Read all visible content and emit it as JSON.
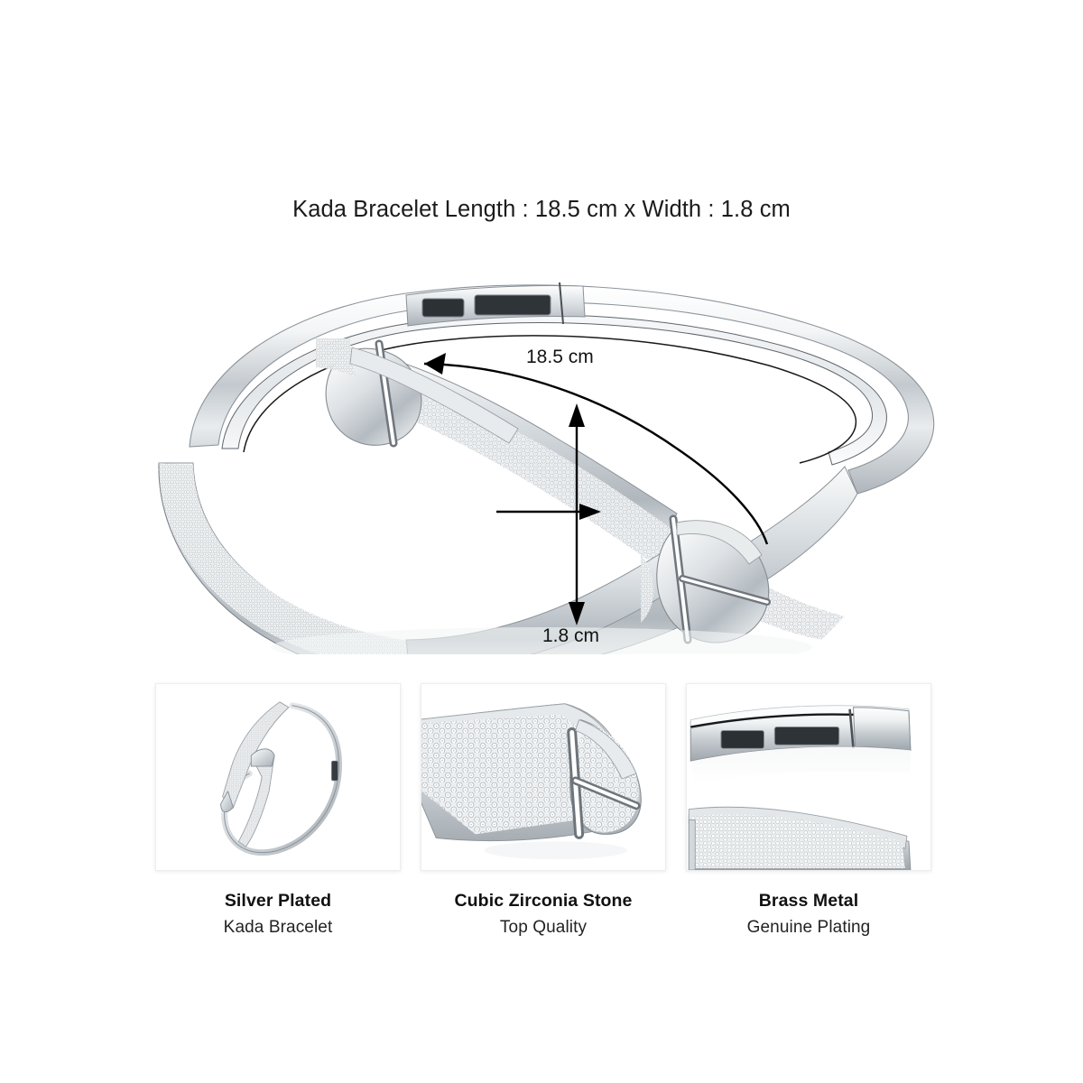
{
  "heading": {
    "text": "Kada Bracelet Length : 18.5 cm x Width : 1.8 cm"
  },
  "product": {
    "name": "Kada Bracelet",
    "type": "silver-plated cz pave bypass kada bangle",
    "metal_color": "#c9ced3",
    "stone_color": "#ffffff",
    "annotation_color": "#000000"
  },
  "dimensions": {
    "length_label": "18.5 cm",
    "width_label": "1.8 cm",
    "length_value": 18.5,
    "width_value": 1.8,
    "unit": "cm"
  },
  "cards": [
    {
      "title": "Silver Plated",
      "subtitle": "Kada Bracelet",
      "thumb_name": "full-bracelet-thumbnail"
    },
    {
      "title": "Cubic Zirconia Stone",
      "subtitle": "Top Quality",
      "thumb_name": "pave-stone-closeup-thumbnail"
    },
    {
      "title": "Brass Metal",
      "subtitle": "Genuine Plating",
      "thumb_name": "clasp-closeup-thumbnail"
    }
  ]
}
